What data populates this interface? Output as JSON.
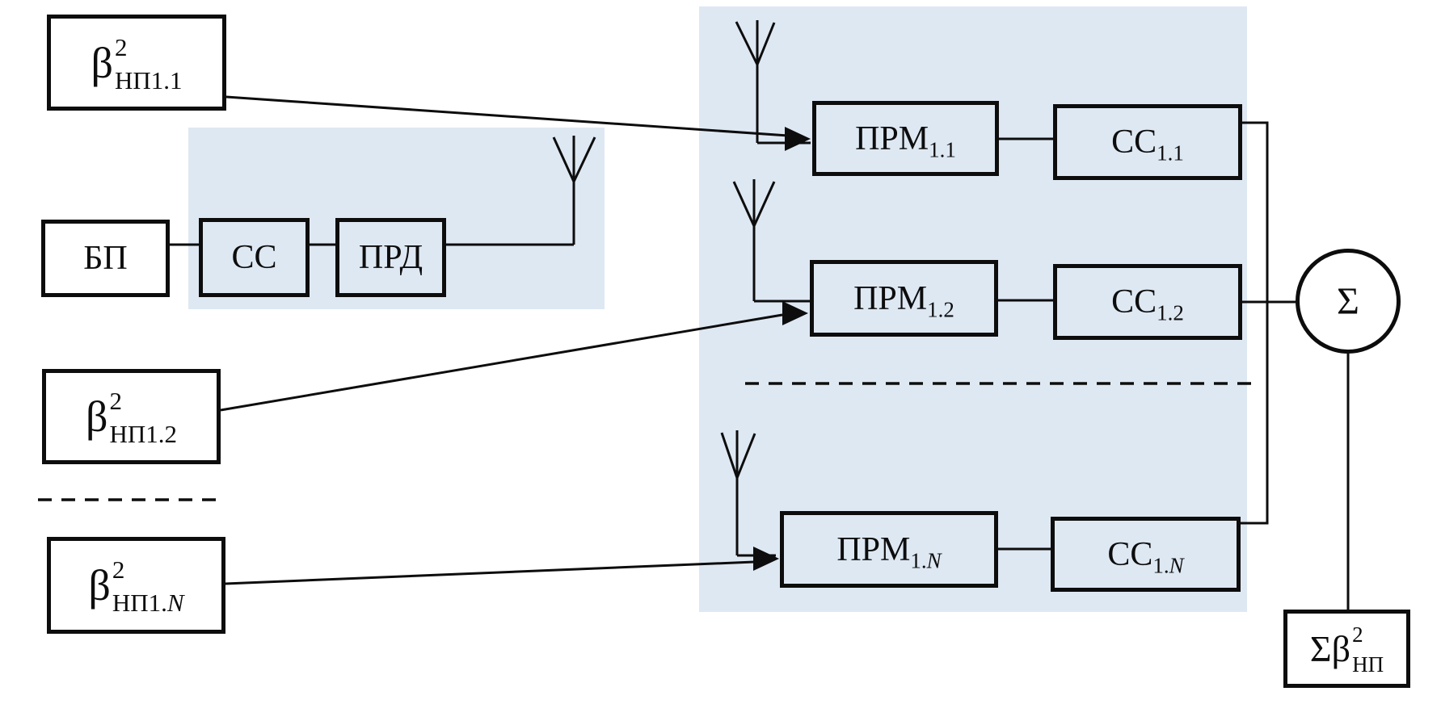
{
  "palette": {
    "panel_fill": "#dee8f3",
    "line_color": "#0d0d0d",
    "box_fill": "#ffffff"
  },
  "tx_chain": {
    "bp_label": "БП",
    "cc_label": "СС",
    "prd_label": "ПРД"
  },
  "noise_inputs": [
    {
      "base": "β",
      "sup": "2",
      "sub": "НП1.1",
      "sub_it": ""
    },
    {
      "base": "β",
      "sup": "2",
      "sub": "НП1.2",
      "sub_it": ""
    },
    {
      "base": "β",
      "sup": "2",
      "sub": "НП1.",
      "sub_it": "N"
    }
  ],
  "rx_rows": [
    {
      "prm": "ПРМ",
      "prm_sub": "1.1",
      "prm_sub_it": "",
      "cc": "СС",
      "cc_sub": "1.1",
      "cc_sub_it": ""
    },
    {
      "prm": "ПРМ",
      "prm_sub": "1.2",
      "prm_sub_it": "",
      "cc": "СС",
      "cc_sub": "1.2",
      "cc_sub_it": ""
    },
    {
      "prm": "ПРМ",
      "prm_sub": "1.",
      "prm_sub_it": "N",
      "cc": "СС",
      "cc_sub": "1.",
      "cc_sub_it": "N"
    }
  ],
  "summator": {
    "symbol": "Σ"
  },
  "total_output": {
    "base": "Σβ",
    "sup": "2",
    "sub": "НП",
    "sub_it": ""
  }
}
